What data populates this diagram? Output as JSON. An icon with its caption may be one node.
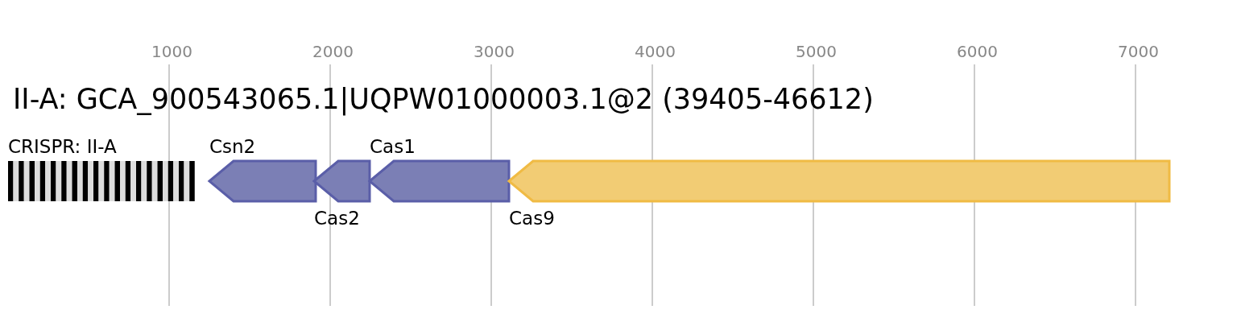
{
  "diagram": {
    "title": "II-A: GCA_900543065.1|UQPW01000003.1@2 (39405-46612)",
    "nodes": [
      {
        "text": [
          "CRISPR: II-A"
        ]
      },
      {
        "text": [
          "Csn2"
        ]
      },
      {
        "text": [
          "Cas2"
        ]
      },
      {
        "text": [
          "Cas1"
        ]
      },
      {
        "text": [
          "Cas9"
        ]
      }
    ],
    "labels": [
      "1000",
      "2000",
      "3000",
      "4000",
      "5000",
      "6000",
      "7000"
    ]
  }
}
